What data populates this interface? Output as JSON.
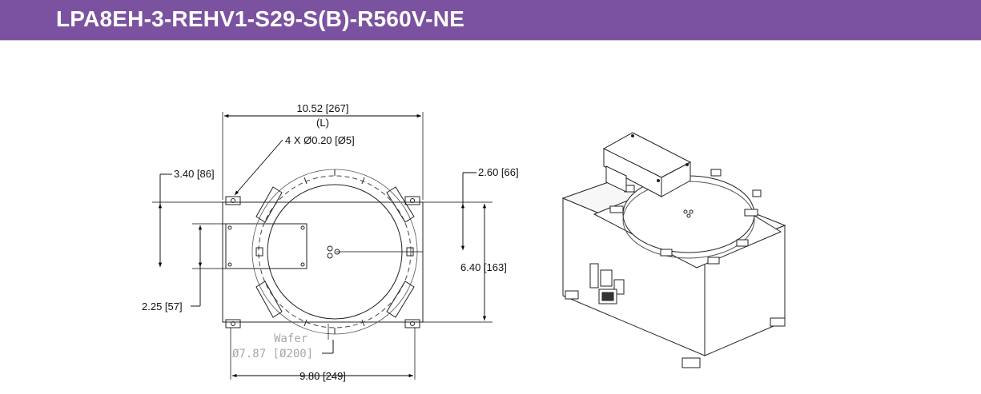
{
  "header": {
    "title": "LPA8EH-3-REHV1-S29-S(B)-R560V-NE",
    "bg_color": "#7b52a0"
  },
  "dimensions": {
    "length": "10.52 [267]",
    "length_note": "(L)",
    "holes": "4 X Ø0.20 [Ø5]",
    "left_offset": "3.40 [86]",
    "right_offset": "2.60 [66]",
    "height": "6.40 [163]",
    "lower_offset": "2.25 [57]",
    "base_width": "9.80 [249]"
  },
  "wafer": {
    "label": "Wafer",
    "diameter": "Ø7.87 [Ø200]"
  }
}
